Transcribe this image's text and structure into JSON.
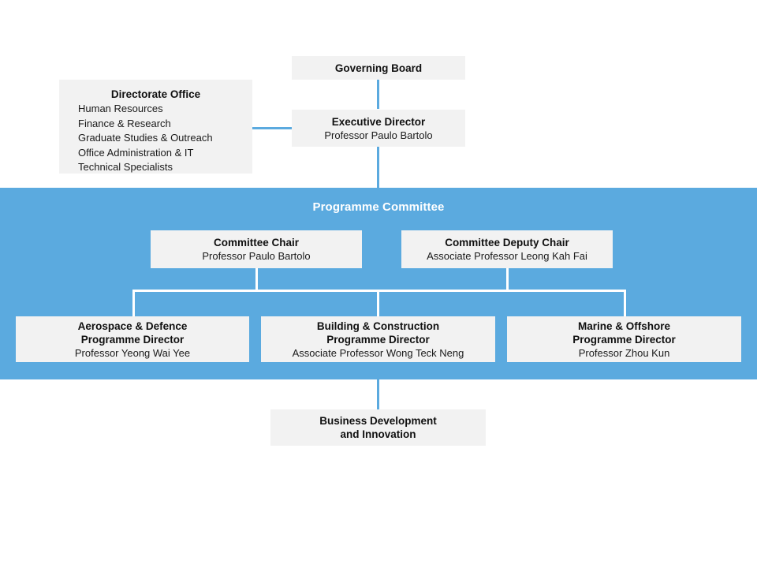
{
  "meta": {
    "colors": {
      "band_blue": "#5BAADF",
      "connector_blue": "#5BAADF",
      "box_fill": "#F2F2F2",
      "band_connector": "#FFFFFF",
      "text_dark": "#101010",
      "text_on_band": "#FFFFFF",
      "page_background": "#FFFFFF"
    }
  },
  "nodes": {
    "governing_board": {
      "title": "Governing Board"
    },
    "executive_director": {
      "title": "Executive Director",
      "name": "Professor Paulo Bartolo"
    },
    "directorate_office": {
      "title": "Directorate Office",
      "units": [
        "Human Resources",
        "Finance & Research",
        "Graduate Studies & Outreach",
        "Office Administration & IT",
        "Technical Specialists"
      ]
    },
    "business_development": {
      "title": "Business Development\nand Innovation"
    }
  },
  "programme_committee": {
    "band_title": "Programme Committee",
    "chairs": [
      {
        "role": "Committee Chair",
        "name": "Professor Paulo Bartolo"
      },
      {
        "role": "Committee Deputy Chair",
        "name": "Associate Professor Leong Kah Fai"
      }
    ],
    "programmes": [
      {
        "title": "Aerospace & Defence\nProgramme Director",
        "name": "Professor Yeong Wai Yee"
      },
      {
        "title": "Building & Construction\nProgramme Director",
        "name": "Associate Professor Wong Teck Neng"
      },
      {
        "title": "Marine & Offshore\nProgramme Director",
        "name": "Professor Zhou Kun"
      }
    ]
  }
}
